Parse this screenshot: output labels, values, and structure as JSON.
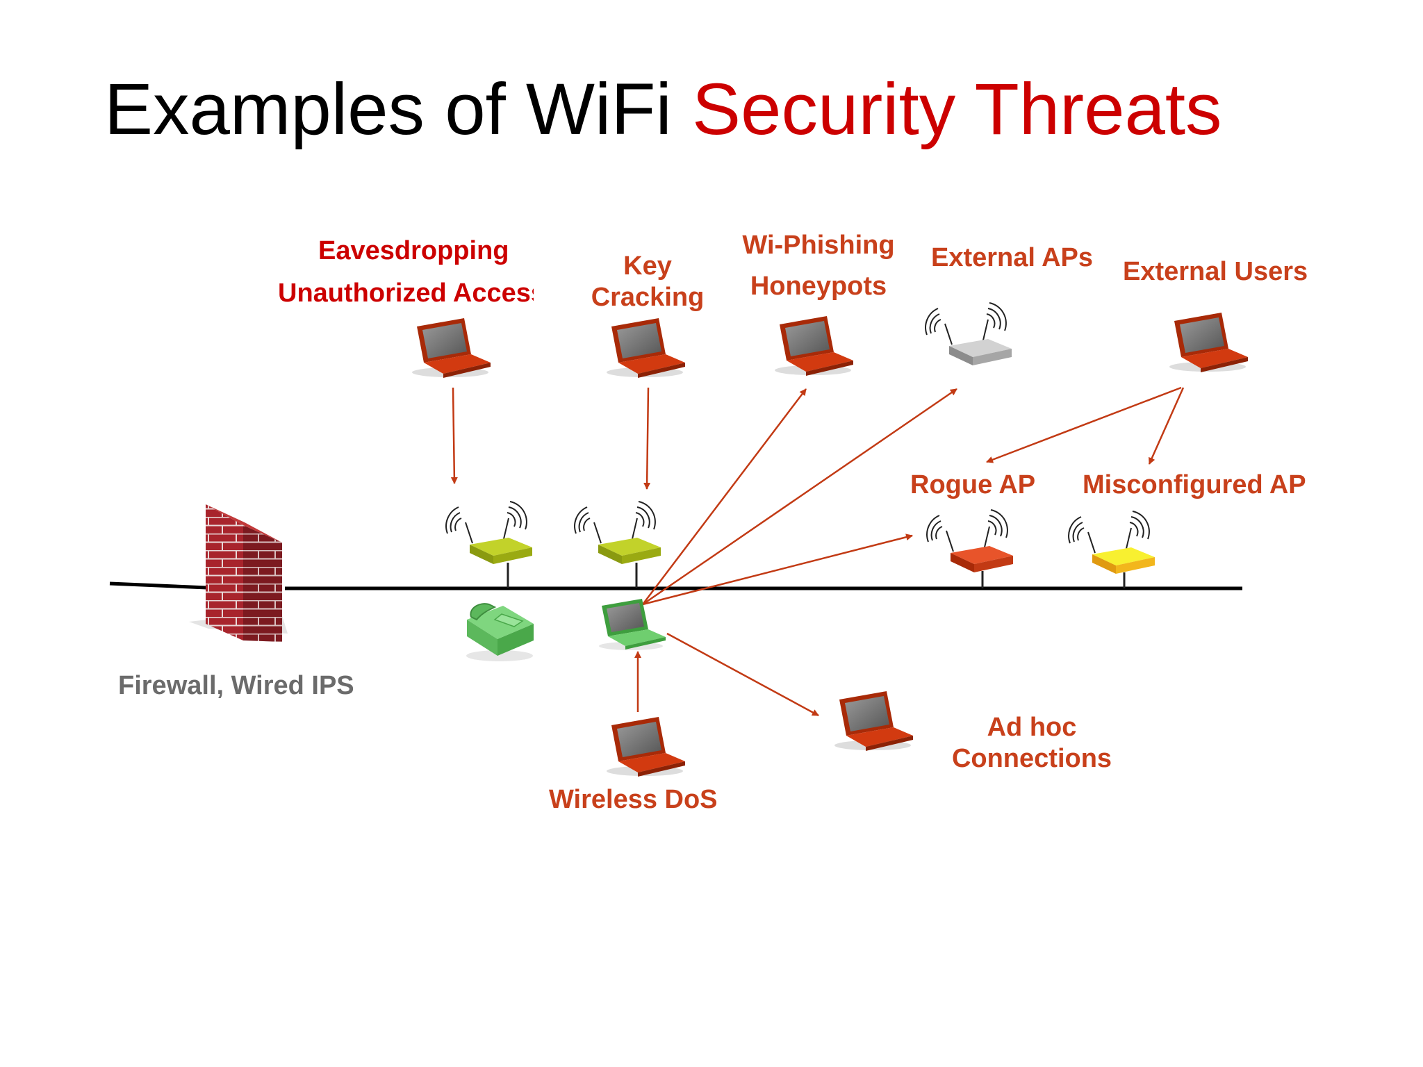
{
  "title": {
    "prefix": "Examples of WiFi",
    "accent": "Security Threats"
  },
  "labels": {
    "eavesdropping": "Eavesdropping",
    "unauthorized_access": "Unauthorized Access",
    "key": "Key",
    "cracking": "Cracking",
    "wi_phishing": "Wi-Phishing",
    "honeypots": "Honeypots",
    "external_aps": "External APs",
    "external_users": "External Users",
    "rogue_ap": "Rogue AP",
    "misconfigured_ap": "Misconfigured AP",
    "firewall": "Firewall, Wired IPS",
    "wireless_dos": "Wireless DoS",
    "ad_hoc": "Ad hoc",
    "connections": "Connections"
  },
  "colors": {
    "title_accent": "#cc0000",
    "threat_label": "#c8401b",
    "arrow": "#c23a14",
    "laptop_red": "#d23a10",
    "laptop_green": "#6fce6f",
    "ap_olive": "#9aaa12",
    "ap_red": "#d23a10",
    "ap_yellow": "#f2ea1c",
    "ap_grey": "#b4b4b4",
    "brick": "#a8242c",
    "network_line": "#000000",
    "firewall_label": "#6b6b6b"
  },
  "icons": {
    "laptop": "laptop-icon",
    "access_point": "access-point-icon",
    "firewall": "brick-wall-icon",
    "phone": "ip-phone-icon"
  }
}
